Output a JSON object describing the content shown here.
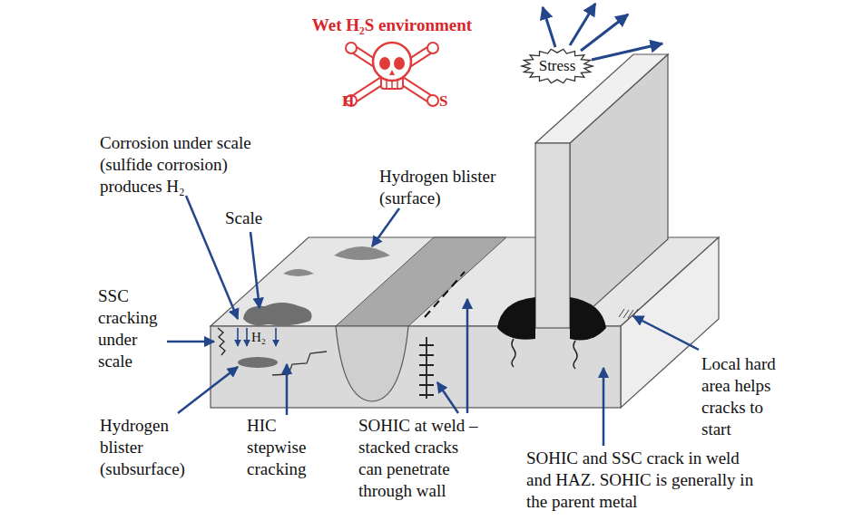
{
  "diagram": {
    "title": "Wet H₂S environment",
    "nodes": [
      {
        "text": [
          "Stress"
        ]
      }
    ],
    "labels": [
      "H",
      "S",
      "Corrosion under scale (sulfide corrosion) produces H₂",
      "Scale",
      "Hydrogen blister (surface)",
      "SSC cracking under scale",
      "H₂",
      "Hydrogen blister (subsurface)",
      "HIC stepwise cracking",
      "SOHIC at weld – stacked cracks can penetrate through wall",
      "SOHIC and SSC crack in weld and HAZ. SOHIC is generally in the parent metal",
      "Local hard area helps cracks to start"
    ]
  }
}
